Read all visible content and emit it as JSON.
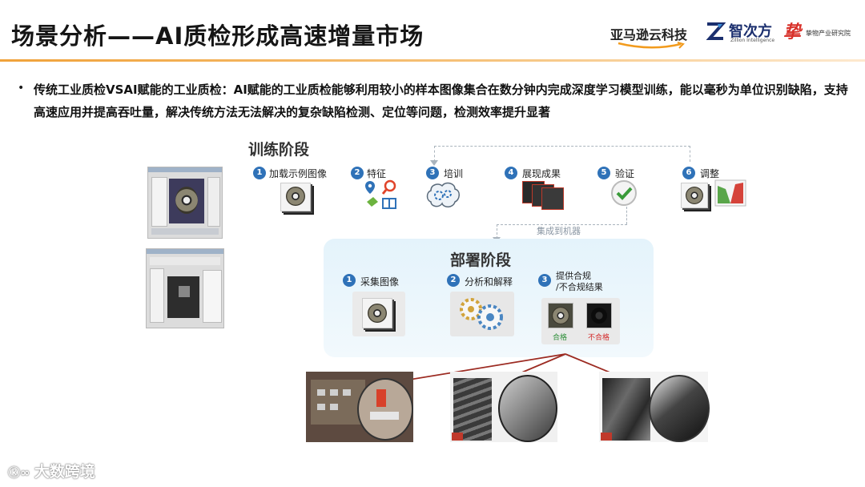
{
  "header": {
    "title": "场景分析——AI质检形成高速增量市场",
    "logos": {
      "aws_cn": "亚马逊云科技",
      "zhicifang": "智次方",
      "zhicifang_sub": "Zillion Intelligence",
      "cw_institute": "挚物产业研究院"
    }
  },
  "bullet": {
    "marker": "•",
    "text": "传统工业质检VSAI赋能的工业质检：AI赋能的工业质检能够利用较小的样本图像集合在数分钟内完成深度学习模型训练，能以毫秒为单位识别缺陷，支持高速应用并提高吞吐量，解决传统方法无法解决的复杂缺陷检测、定位等问题，检测效率提升显著"
  },
  "training": {
    "title": "训练阶段",
    "steps": [
      {
        "num": "1",
        "label": "加载示例图像"
      },
      {
        "num": "2",
        "label": "特征"
      },
      {
        "num": "3",
        "label": "培训"
      },
      {
        "num": "4",
        "label": "展现成果"
      },
      {
        "num": "5",
        "label": "验证"
      },
      {
        "num": "6",
        "label": "调整"
      }
    ],
    "integrate_label": "集成到机器"
  },
  "deployment": {
    "title": "部署阶段",
    "steps": [
      {
        "num": "1",
        "label": "采集图像"
      },
      {
        "num": "2",
        "label": "分析和解释"
      },
      {
        "num": "3",
        "label": "提供合规\n/不合规结果"
      }
    ],
    "pass_label": "合格",
    "fail_label": "不合格"
  },
  "watermark": "大数跨境",
  "colors": {
    "accent_orange": "#f0a23a",
    "step_blue": "#2f72b8",
    "arrow_red": "#9c2b22",
    "pass_green": "#2f8f3a",
    "fail_red": "#d32a2a"
  }
}
